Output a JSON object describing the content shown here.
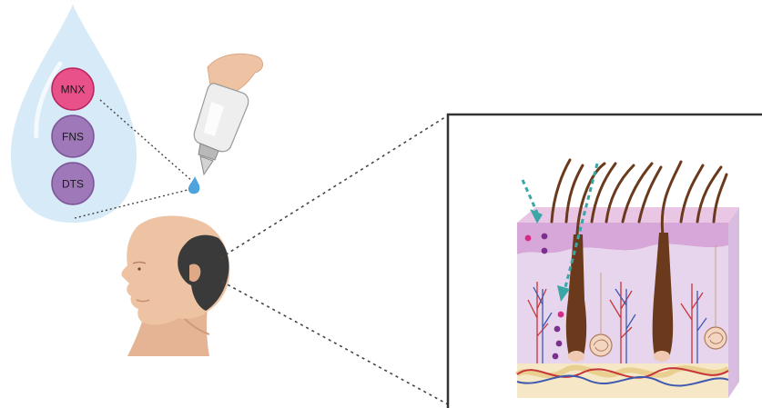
{
  "droplet": {
    "ingredients": [
      {
        "label": "MNX",
        "fill": "#e8518a",
        "stroke": "#b8245c"
      },
      {
        "label": "FNS",
        "fill": "#9e78b8",
        "stroke": "#7a5496"
      },
      {
        "label": "DTS",
        "fill": "#9e78b8",
        "stroke": "#7a5496"
      }
    ],
    "color": "#cfe6f7"
  },
  "colors": {
    "skin": "#edc3a4",
    "bald_patch": "#3a3a3a",
    "dermis": "#e7d5ee",
    "epidermis": "#d6a7d8",
    "hypodermis": "#f6e8c6",
    "hair": "#6b3a1c",
    "arrow": "#3aa6a6",
    "vessel_red": "#c6353a",
    "vessel_blue": "#3e59b0",
    "dot_purple": "#7b2f8e",
    "dot_pink": "#d62b84"
  }
}
